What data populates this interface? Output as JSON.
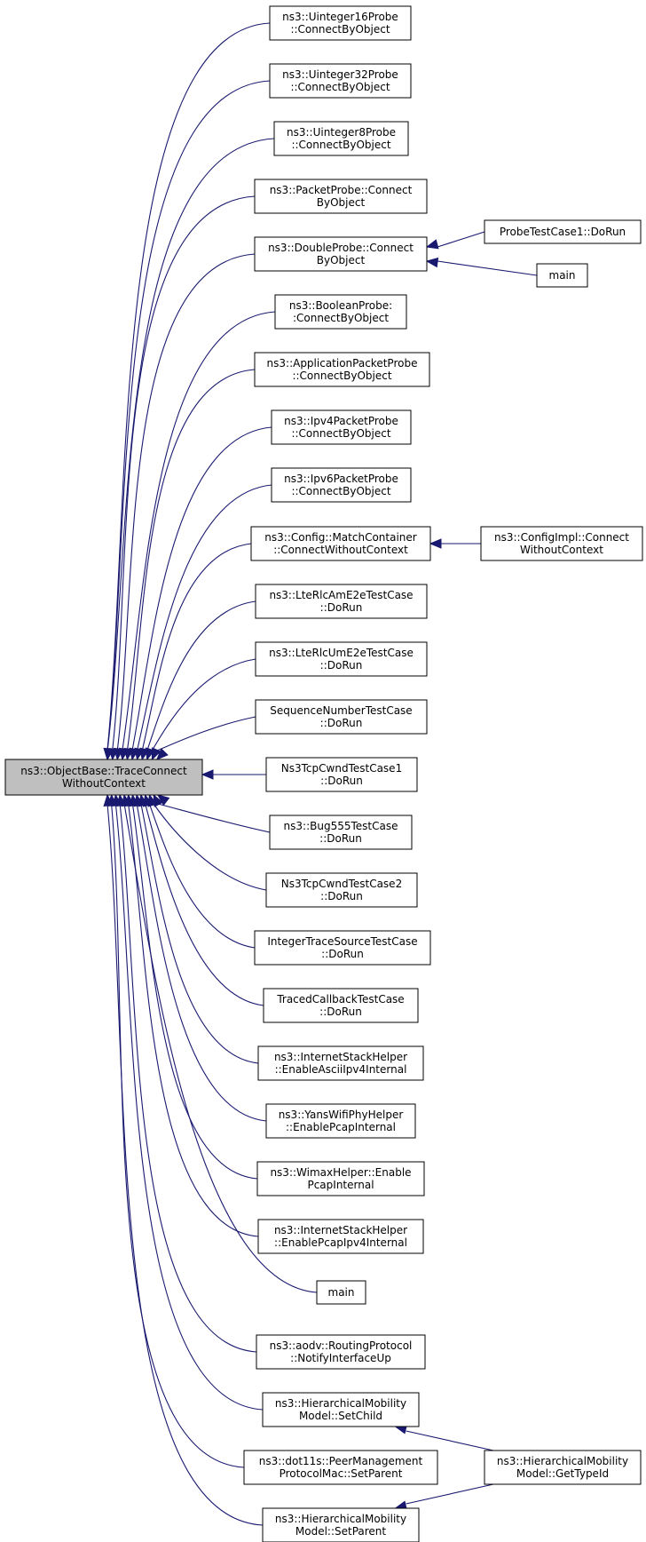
{
  "nodes": [
    {
      "id": "focus",
      "lines": [
        "ns3::ObjectBase::TraceConnect",
        "WithoutContext"
      ],
      "focus": true
    },
    {
      "id": "n1",
      "lines": [
        "ns3::Uinteger16Probe",
        "::ConnectByObject"
      ]
    },
    {
      "id": "n2",
      "lines": [
        "ns3::Uinteger32Probe",
        "::ConnectByObject"
      ]
    },
    {
      "id": "n3",
      "lines": [
        "ns3::Uinteger8Probe",
        "::ConnectByObject"
      ]
    },
    {
      "id": "n4",
      "lines": [
        "ns3::PacketProbe::Connect",
        "ByObject"
      ]
    },
    {
      "id": "n5",
      "lines": [
        "ns3::DoubleProbe::Connect",
        "ByObject"
      ]
    },
    {
      "id": "n6",
      "lines": [
        "ns3::BooleanProbe:",
        ":ConnectByObject"
      ]
    },
    {
      "id": "n7",
      "lines": [
        "ns3::ApplicationPacketProbe",
        "::ConnectByObject"
      ]
    },
    {
      "id": "n8",
      "lines": [
        "ns3::Ipv4PacketProbe",
        "::ConnectByObject"
      ]
    },
    {
      "id": "n9",
      "lines": [
        "ns3::Ipv6PacketProbe",
        "::ConnectByObject"
      ]
    },
    {
      "id": "n10",
      "lines": [
        "ns3::Config::MatchContainer",
        "::ConnectWithoutContext"
      ]
    },
    {
      "id": "n11",
      "lines": [
        "ns3::LteRlcAmE2eTestCase",
        "::DoRun"
      ]
    },
    {
      "id": "n12",
      "lines": [
        "ns3::LteRlcUmE2eTestCase",
        "::DoRun"
      ]
    },
    {
      "id": "n13",
      "lines": [
        "SequenceNumberTestCase",
        "::DoRun"
      ]
    },
    {
      "id": "n14",
      "lines": [
        "Ns3TcpCwndTestCase1",
        "::DoRun"
      ]
    },
    {
      "id": "n15",
      "lines": [
        "ns3::Bug555TestCase",
        "::DoRun"
      ]
    },
    {
      "id": "n16",
      "lines": [
        "Ns3TcpCwndTestCase2",
        "::DoRun"
      ]
    },
    {
      "id": "n17",
      "lines": [
        "IntegerTraceSourceTestCase",
        "::DoRun"
      ]
    },
    {
      "id": "n18",
      "lines": [
        "TracedCallbackTestCase",
        "::DoRun"
      ]
    },
    {
      "id": "n19",
      "lines": [
        "ns3::InternetStackHelper",
        "::EnableAsciiIpv4Internal"
      ]
    },
    {
      "id": "n20",
      "lines": [
        "ns3::YansWifiPhyHelper",
        "::EnablePcapInternal"
      ]
    },
    {
      "id": "n21",
      "lines": [
        "ns3::WimaxHelper::Enable",
        "PcapInternal"
      ]
    },
    {
      "id": "n22",
      "lines": [
        "ns3::InternetStackHelper",
        "::EnablePcapIpv4Internal"
      ]
    },
    {
      "id": "n23",
      "lines": [
        "main"
      ]
    },
    {
      "id": "n24",
      "lines": [
        "ns3::aodv::RoutingProtocol",
        "::NotifyInterfaceUp"
      ]
    },
    {
      "id": "n25",
      "lines": [
        "ns3::HierarchicalMobility",
        "Model::SetChild"
      ]
    },
    {
      "id": "n26",
      "lines": [
        "ns3::dot11s::PeerManagement",
        "ProtocolMac::SetParent"
      ]
    },
    {
      "id": "n27",
      "lines": [
        "ns3::HierarchicalMobility",
        "Model::SetParent"
      ]
    },
    {
      "id": "r1",
      "lines": [
        "ProbeTestCase1::DoRun"
      ]
    },
    {
      "id": "r2",
      "lines": [
        "main"
      ]
    },
    {
      "id": "r3",
      "lines": [
        "ns3::ConfigImpl::Connect",
        "WithoutContext"
      ]
    },
    {
      "id": "r4",
      "lines": [
        "ns3::HierarchicalMobility",
        "Model::GetTypeId"
      ]
    }
  ],
  "edges": [
    {
      "from": "n1",
      "to": "focus"
    },
    {
      "from": "n2",
      "to": "focus"
    },
    {
      "from": "n3",
      "to": "focus"
    },
    {
      "from": "n4",
      "to": "focus"
    },
    {
      "from": "n5",
      "to": "focus"
    },
    {
      "from": "n6",
      "to": "focus"
    },
    {
      "from": "n7",
      "to": "focus"
    },
    {
      "from": "n8",
      "to": "focus"
    },
    {
      "from": "n9",
      "to": "focus"
    },
    {
      "from": "n10",
      "to": "focus"
    },
    {
      "from": "n11",
      "to": "focus"
    },
    {
      "from": "n12",
      "to": "focus"
    },
    {
      "from": "n13",
      "to": "focus"
    },
    {
      "from": "n14",
      "to": "focus"
    },
    {
      "from": "n15",
      "to": "focus"
    },
    {
      "from": "n16",
      "to": "focus"
    },
    {
      "from": "n17",
      "to": "focus"
    },
    {
      "from": "n18",
      "to": "focus"
    },
    {
      "from": "n19",
      "to": "focus"
    },
    {
      "from": "n20",
      "to": "focus"
    },
    {
      "from": "n21",
      "to": "focus"
    },
    {
      "from": "n22",
      "to": "focus"
    },
    {
      "from": "n23",
      "to": "focus"
    },
    {
      "from": "n24",
      "to": "focus"
    },
    {
      "from": "n25",
      "to": "focus"
    },
    {
      "from": "n26",
      "to": "focus"
    },
    {
      "from": "n27",
      "to": "focus"
    },
    {
      "from": "r1",
      "to": "n5"
    },
    {
      "from": "r2",
      "to": "n5"
    },
    {
      "from": "r3",
      "to": "n10"
    },
    {
      "from": "r4",
      "to": "n25"
    },
    {
      "from": "r4",
      "to": "n27"
    }
  ],
  "colors": {
    "edge": "#191970",
    "focus_fill": "#bfbfbf",
    "node_fill": "#ffffff",
    "border": "#000000"
  }
}
